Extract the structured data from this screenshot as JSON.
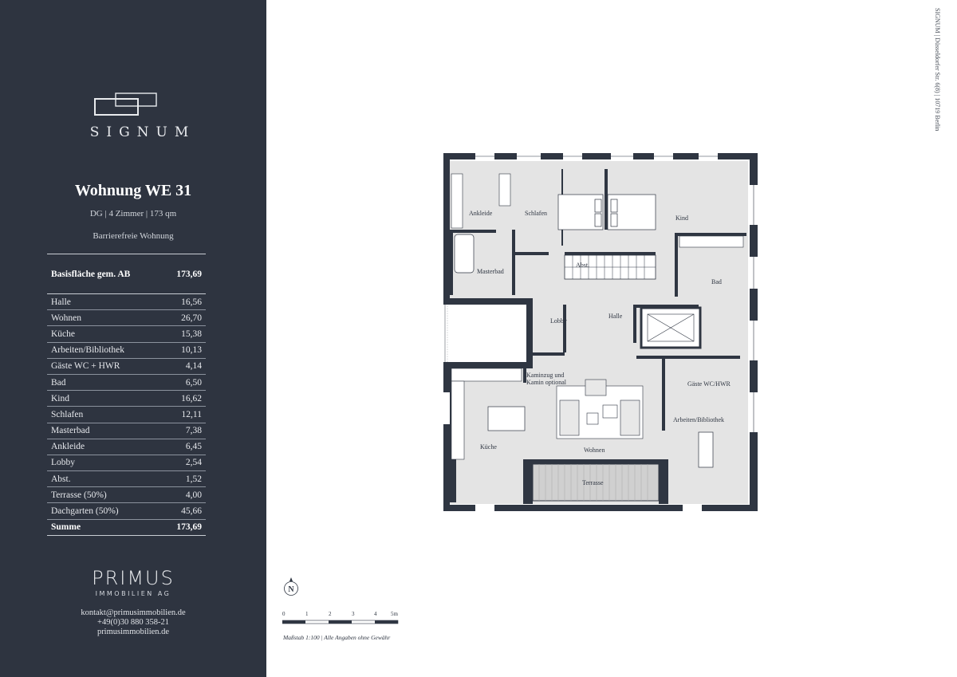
{
  "brand": {
    "name": "SIGNUM"
  },
  "unit": {
    "title": "Wohnung WE 31",
    "subtitle": "DG | 4 Zimmer | 173 qm",
    "note": "Barrierefreie Wohnung"
  },
  "areas": {
    "base": {
      "label": "Basisfläche gem. AB",
      "value": "173,69"
    },
    "rows": [
      {
        "label": "Halle",
        "value": "16,56"
      },
      {
        "label": "Wohnen",
        "value": "26,70"
      },
      {
        "label": "Küche",
        "value": "15,38"
      },
      {
        "label": "Arbeiten/Bibliothek",
        "value": "10,13"
      },
      {
        "label": "Gäste WC + HWR",
        "value": "4,14"
      },
      {
        "label": "Bad",
        "value": "6,50"
      },
      {
        "label": "Kind",
        "value": "16,62"
      },
      {
        "label": "Schlafen",
        "value": "12,11"
      },
      {
        "label": "Masterbad",
        "value": "7,38"
      },
      {
        "label": "Ankleide",
        "value": "6,45"
      },
      {
        "label": "Lobby",
        "value": "2,54"
      },
      {
        "label": "Abst.",
        "value": "1,52"
      },
      {
        "label": "Terrasse (50%)",
        "value": "4,00"
      },
      {
        "label": "Dachgarten (50%)",
        "value": "45,66"
      }
    ],
    "sum": {
      "label": "Summe",
      "value": "173,69"
    }
  },
  "agency": {
    "name": "PRIMUS",
    "sub": "IMMOBILIEN AG",
    "email": "kontakt@primusimmobilien.de",
    "phone": "+49(0)30 880 358-21",
    "web": "primusimmobilien.de"
  },
  "address": "SIGNUM | Düsseldorfer Str. 6(8) | 10719 Berlin",
  "plan": {
    "rooms": {
      "ankleide": "Ankleide",
      "schlafen": "Schlafen",
      "kind": "Kind",
      "abst": "Abst.",
      "masterbad": "Masterbad",
      "bad": "Bad",
      "halle": "Halle",
      "lobby": "Lobby",
      "kamin1": "Kaminzug und",
      "kamin2": "Kamin optional",
      "gaeste_wc": "Gäste WC/HWR",
      "arbeiten": "Arbeiten/Bibliothek",
      "kueche": "Küche",
      "wohnen": "Wohnen",
      "terrasse": "Terrasse"
    }
  },
  "north": {
    "label": "N"
  },
  "scale": {
    "ticks": [
      "0",
      "1",
      "2",
      "3",
      "4",
      "5m"
    ],
    "note": "Maßstab 1:100 | Alle Angaben ohne Gewähr"
  },
  "colors": {
    "sidebar": "#2e3440",
    "wall": "#2f3642",
    "floor": "#e4e4e4"
  }
}
